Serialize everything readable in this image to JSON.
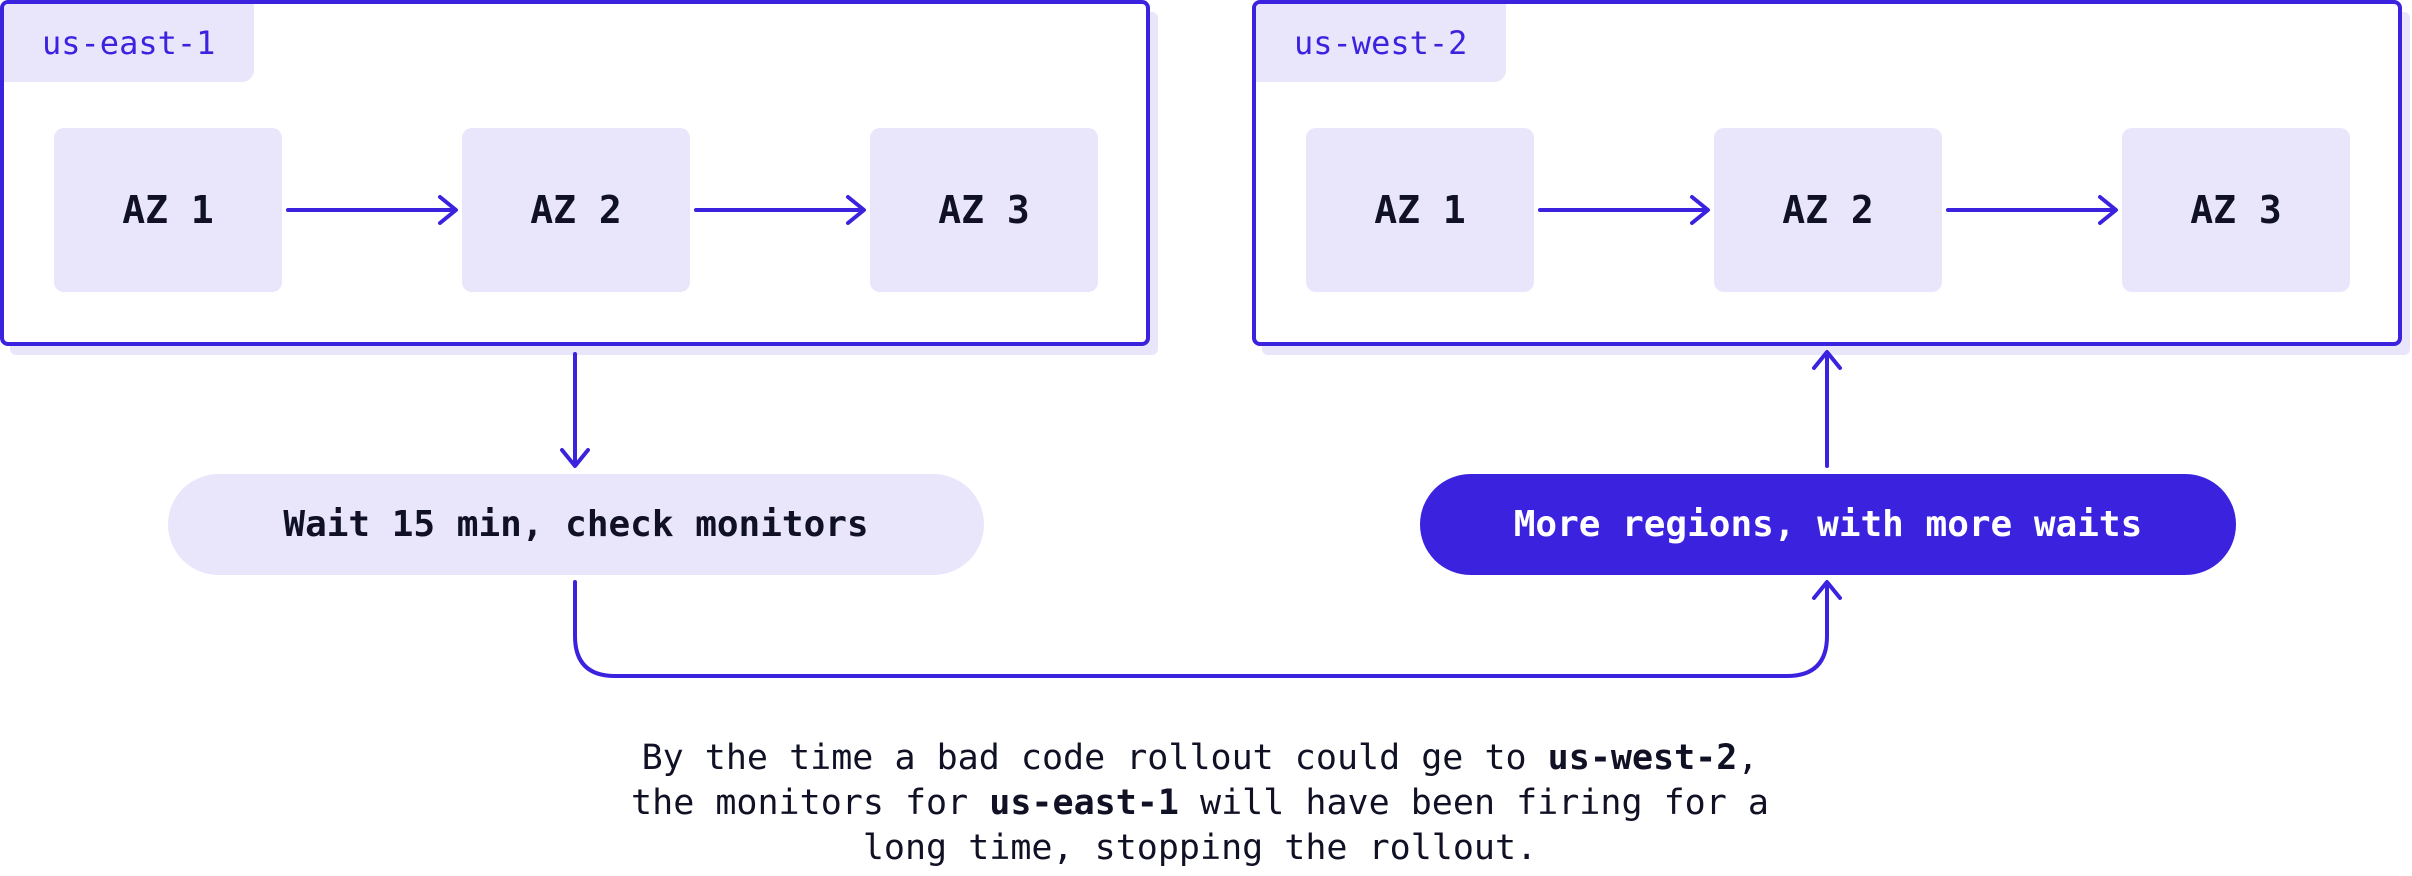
{
  "colors": {
    "accent": "#3b22df",
    "box_fill": "#e9e6fb",
    "text_dark": "#111126",
    "text_light": "#ffffff"
  },
  "regions": [
    {
      "label": "us-east-1",
      "zones": [
        "AZ 1",
        "AZ 2",
        "AZ 3"
      ]
    },
    {
      "label": "us-west-2",
      "zones": [
        "AZ 1",
        "AZ 2",
        "AZ 3"
      ]
    }
  ],
  "steps": {
    "wait": "Wait 15 min, check monitors",
    "more": "More regions, with more waits"
  },
  "caption": {
    "line1_pre": "By the time a bad code rollout could ge to ",
    "line1_bold": "us-west-2",
    "line1_post": ",",
    "line2_pre": "the monitors for ",
    "line2_bold": "us-east-1",
    "line2_post": " will have been firing for a",
    "line3": "long time, stopping the rollout."
  }
}
